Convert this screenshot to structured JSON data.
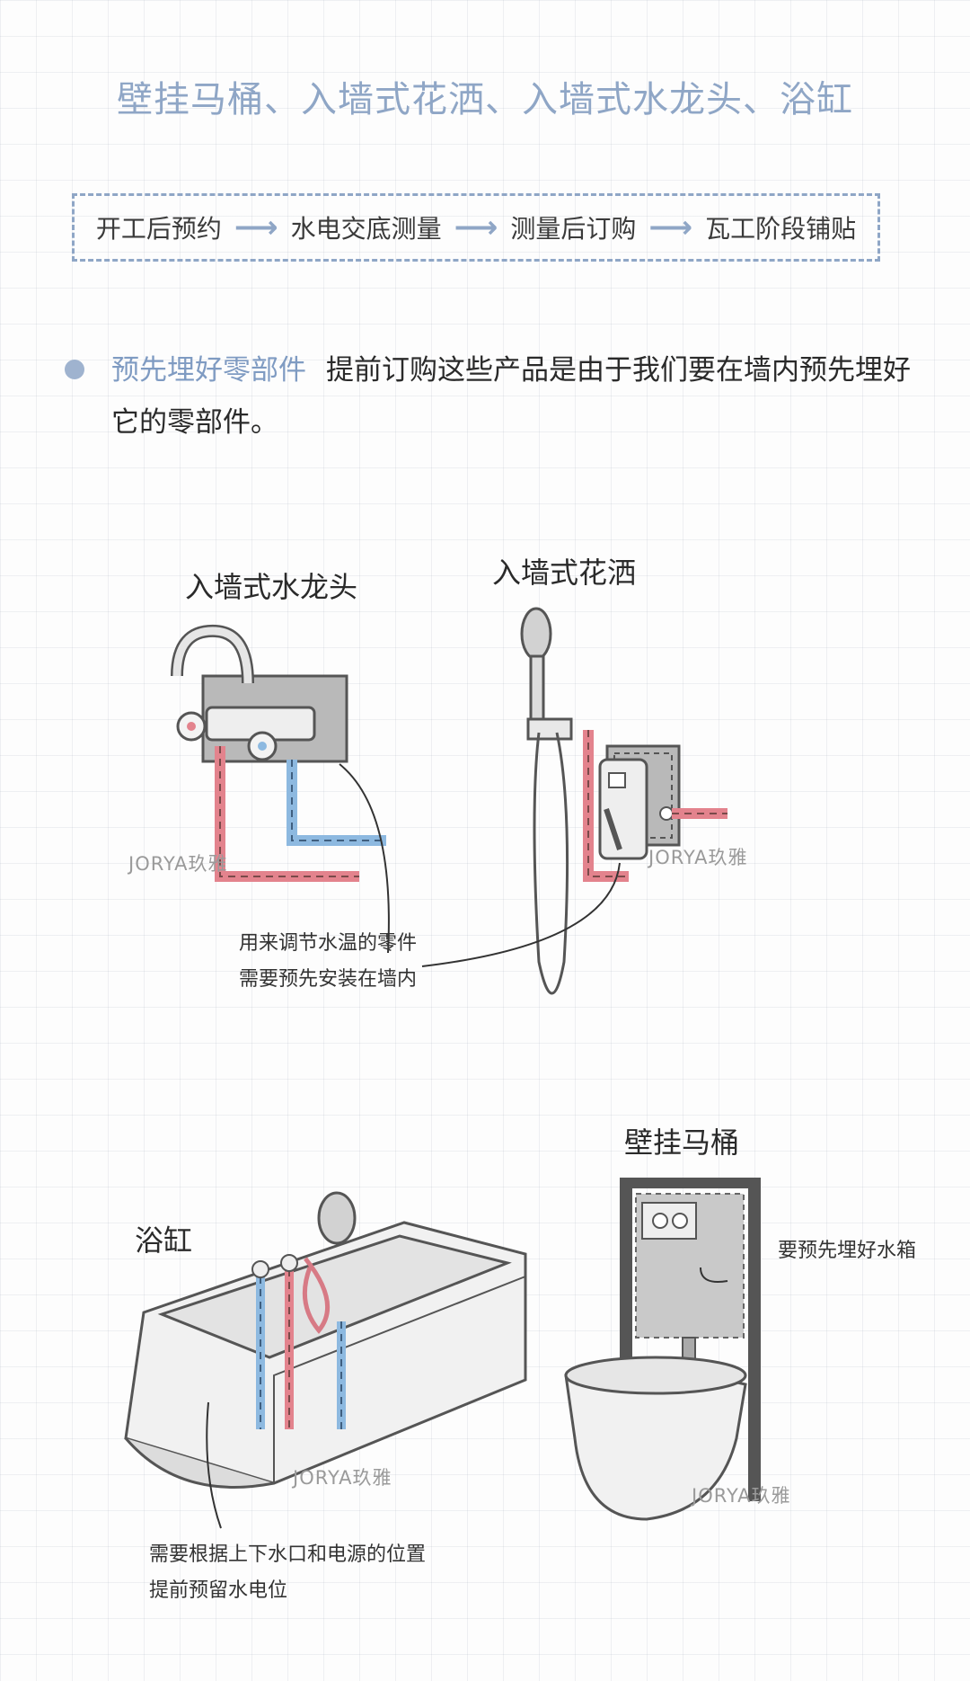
{
  "title": "壁挂马桶、入墙式花洒、入墙式水龙头、浴缸",
  "process": {
    "steps": [
      "开工后预约",
      "水电交底测量",
      "测量后订购",
      "瓦工阶段铺贴"
    ]
  },
  "intro": {
    "highlight": "预先埋好零部件",
    "text": "提前订购这些产品是由于我们要在墙内预先埋好它的零部件。"
  },
  "illustrations": {
    "faucet_label": "入墙式水龙头",
    "shower_label": "入墙式花洒",
    "faucet_shower_note": [
      "用来调节水温的零件",
      "需要预先安装在墙内"
    ],
    "toilet_label": "壁挂马桶",
    "toilet_note": "要预先埋好水箱",
    "bathtub_label": "浴缸",
    "bathtub_note": [
      "需要根据上下水口和电源的位置",
      "提前预留水电位"
    ],
    "watermark": "JORYA玖雅"
  },
  "colors": {
    "accent": "#8fa6c6",
    "hot_pipe": "#e3838d",
    "cold_pipe": "#8db9e0"
  }
}
